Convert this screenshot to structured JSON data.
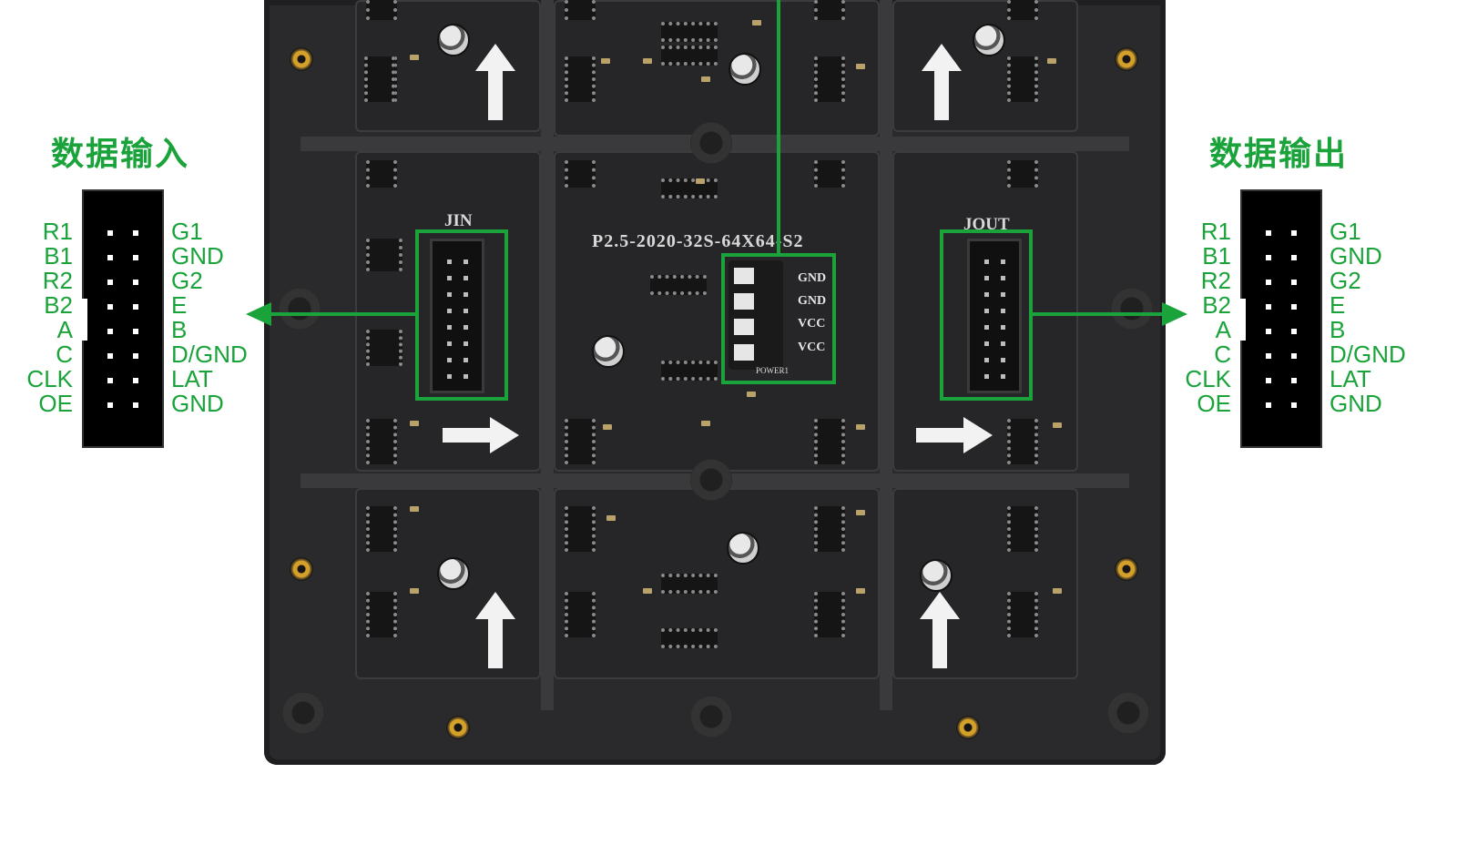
{
  "board": {
    "model_label": "P2.5-2020-32S-64X64-S2",
    "input_header_label": "JIN",
    "output_header_label": "JOUT",
    "power_pins": [
      "GND",
      "GND",
      "VCC",
      "VCC"
    ],
    "power_connector_label": "POWER1"
  },
  "input_panel": {
    "title": "数据输入",
    "left_pins": [
      "R1",
      "B1",
      "R2",
      "B2",
      "A",
      "C",
      "CLK",
      "OE"
    ],
    "right_pins": [
      "G1",
      "GND",
      "G2",
      "E",
      "B",
      "D/GND",
      "LAT",
      "GND"
    ]
  },
  "output_panel": {
    "title": "数据输出",
    "left_pins": [
      "R1",
      "B1",
      "R2",
      "B2",
      "A",
      "C",
      "CLK",
      "OE"
    ],
    "right_pins": [
      "G1",
      "GND",
      "G2",
      "E",
      "B",
      "D/GND",
      "LAT",
      "GND"
    ]
  },
  "colors": {
    "highlight": "#1aa33a",
    "board": "#2a2a2c",
    "connector": "#000000"
  }
}
